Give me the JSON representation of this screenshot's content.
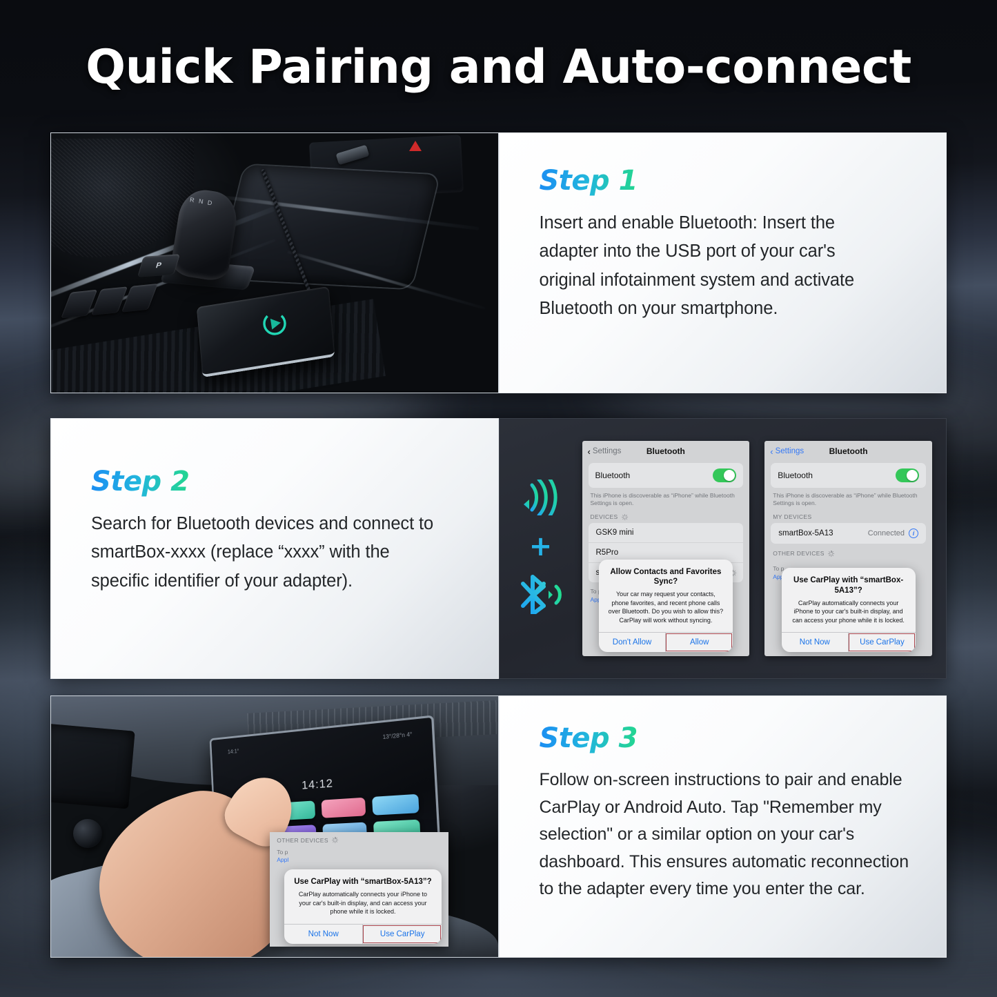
{
  "page": {
    "title": "Quick Pairing and Auto-connect",
    "accent_blue": "#1b8ef2",
    "accent_green": "#23d68f",
    "ios_link_blue": "#3478f6",
    "ios_toggle_green": "#34c759",
    "highlight_red": "#a8424a"
  },
  "steps": [
    {
      "label": "Step 1",
      "body": "Insert and enable Bluetooth: Insert the adapter into the USB port of your car's original infotainment system and activate Bluetooth on your smartphone."
    },
    {
      "label": "Step 2",
      "body": "Search for Bluetooth devices and connect to smartBox-xxxx (replace “xxxx” with the specific identifier of your adapter)."
    },
    {
      "label": "Step 3",
      "body": "Follow on-screen instructions to pair and enable CarPlay or Android Auto. Tap \"Remember my selection\" or a similar option on your car's dashboard. This ensures automatic reconnection to the adapter every time you enter the car."
    }
  ],
  "icons": {
    "wifi": "wifi-signal-icon",
    "plus": "+",
    "bluetooth": "bluetooth-icon"
  },
  "phone_left": {
    "back_label": "Settings",
    "nav_title": "Bluetooth",
    "toggle_label": "Bluetooth",
    "toggle_state": "on",
    "hint": "This iPhone is discoverable as “iPhone” while Bluetooth Settings is open.",
    "section_label": "DEVICES",
    "devices": [
      {
        "name": "GSK9 mini",
        "status": ""
      },
      {
        "name": "R5Pro",
        "status": ""
      },
      {
        "name": "sma",
        "status": ""
      }
    ],
    "footer_text": "To p",
    "footer_link": "Appl",
    "alert": {
      "title": "Allow Contacts and Favorites Sync?",
      "message": "Your car may request your contacts, phone favorites, and recent phone calls over Bluetooth. Do you wish to allow this? CarPlay will work without syncing.",
      "button_cancel": "Don't Allow",
      "button_confirm": "Allow"
    }
  },
  "phone_right": {
    "back_label": "Settings",
    "nav_title": "Bluetooth",
    "toggle_label": "Bluetooth",
    "toggle_state": "on",
    "hint": "This iPhone is discoverable as “iPhone” while Bluetooth Settings is open.",
    "section_label": "MY DEVICES",
    "devices": [
      {
        "name": "smartBox-5A13",
        "status": "Connected"
      }
    ],
    "other_section_label": "OTHER DEVICES",
    "footer_text": "To p",
    "footer_link": "Appl",
    "alert": {
      "title": "Use CarPlay with “smartBox-5A13”?",
      "message": "CarPlay automatically connects your iPhone to your car's built-in display, and can access your phone while it is locked.",
      "button_cancel": "Not Now",
      "button_confirm": "Use CarPlay"
    }
  },
  "dashboard_overlay": {
    "other_section_label": "OTHER DEVICES",
    "footer_text": "To p",
    "footer_link": "Appl",
    "alert": {
      "title": "Use CarPlay with “smartBox-5A13”?",
      "message": "CarPlay automatically connects your iPhone to your car's built-in display, and can access your phone while it is locked.",
      "button_cancel": "Not Now",
      "button_confirm": "Use CarPlay"
    }
  },
  "car_photo": {
    "gear_letters": "R N D",
    "park_label": "P"
  },
  "head_unit": {
    "clock": "14:12",
    "status_left": "14:1°",
    "status_right": "13°/28°n 4°"
  }
}
